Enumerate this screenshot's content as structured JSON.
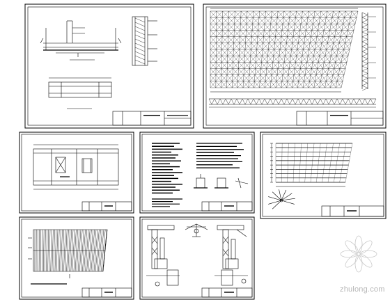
{
  "app": {
    "title": ""
  },
  "sheets": [
    {
      "id": "sheet-1",
      "title": ""
    },
    {
      "id": "sheet-2",
      "title": ""
    },
    {
      "id": "sheet-3",
      "title": ""
    },
    {
      "id": "sheet-4",
      "title": ""
    },
    {
      "id": "sheet-5",
      "title": ""
    },
    {
      "id": "sheet-6",
      "title": ""
    },
    {
      "id": "sheet-7",
      "title": ""
    }
  ],
  "watermark": {
    "text": "zhulong.com",
    "color": "#b7b7b7"
  },
  "colors": {
    "ink": "#000000",
    "paper": "#ffffff"
  }
}
